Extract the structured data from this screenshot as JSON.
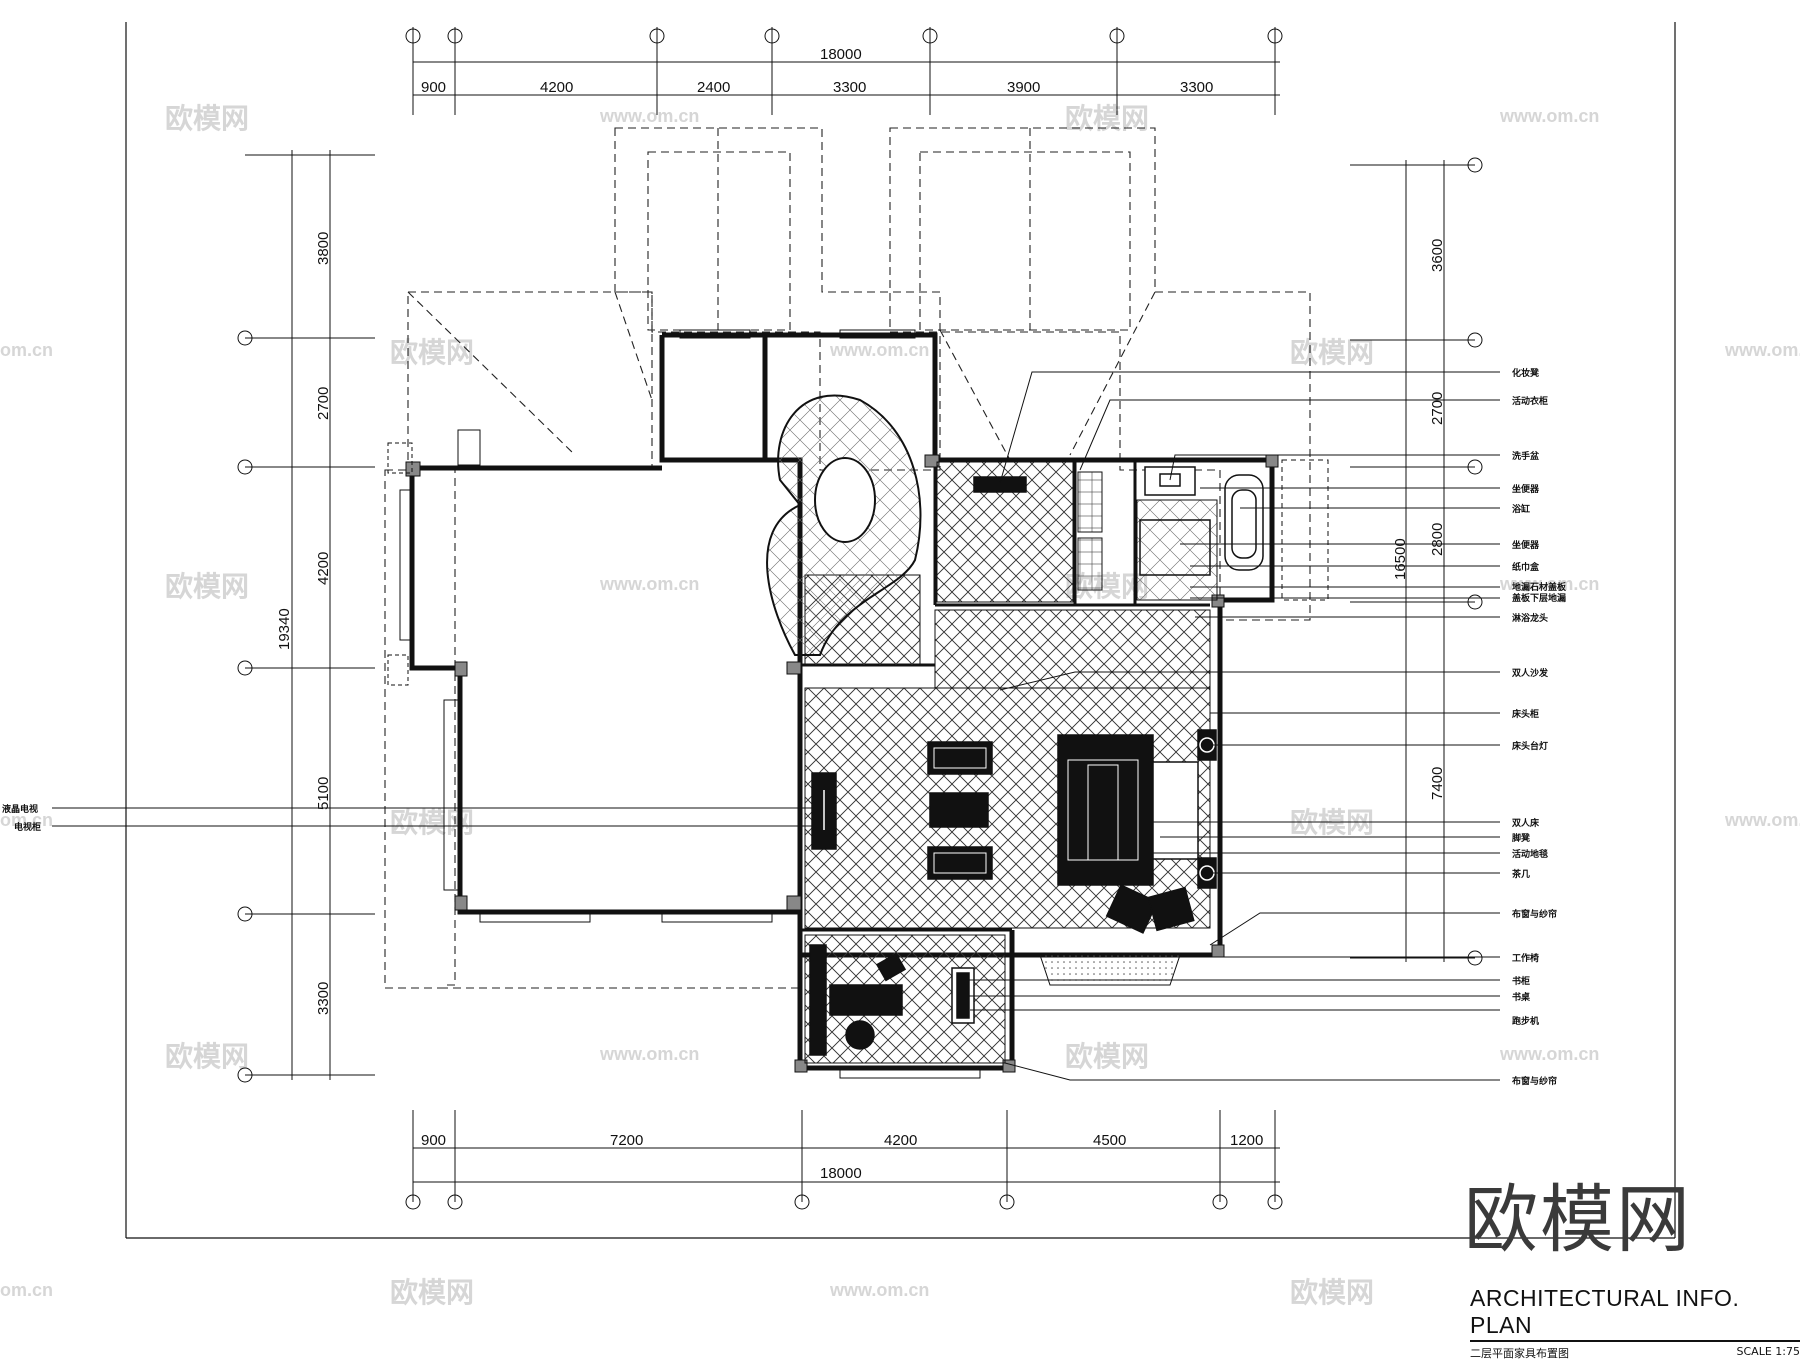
{
  "top_dimensions": {
    "total": "18000",
    "segments": [
      "900",
      "4200",
      "2400",
      "3300",
      "3900",
      "3300"
    ]
  },
  "bottom_dimensions": {
    "total": "18000",
    "segments": [
      "900",
      "7200",
      "4200",
      "4500",
      "1200"
    ]
  },
  "left_dimensions": {
    "total": "19340",
    "segments": [
      "3800",
      "2700",
      "4200",
      "5100",
      "3300"
    ]
  },
  "right_dimensions": {
    "total": "16500",
    "segments": [
      "3600",
      "2700",
      "2800",
      "7400"
    ]
  },
  "left_callouts": [
    "液晶电视",
    "电视柜"
  ],
  "right_callouts": [
    "化妆凳",
    "活动衣柜",
    "洗手盆",
    "坐便器",
    "浴缸",
    "坐便器",
    "纸巾盒",
    "地漏石材盖板",
    "盖板下层地漏",
    "淋浴龙头",
    "双人沙发",
    "床头柜",
    "床头台灯",
    "双人床",
    "脚凳",
    "活动地毯",
    "茶几",
    "布窗与纱帘",
    "工作椅",
    "书柜",
    "书桌",
    "跑步机",
    "布窗与纱帘"
  ],
  "watermark": {
    "logo": "欧模网",
    "url": "www.om.cn",
    "fragment": "om.cn"
  },
  "title_block": {
    "title": "ARCHITECTURAL INFO. PLAN",
    "subtitle": "二层平面家具布置图",
    "scale_label": "SCALE",
    "scale_value": "1:75"
  },
  "big_logo": "欧模网"
}
